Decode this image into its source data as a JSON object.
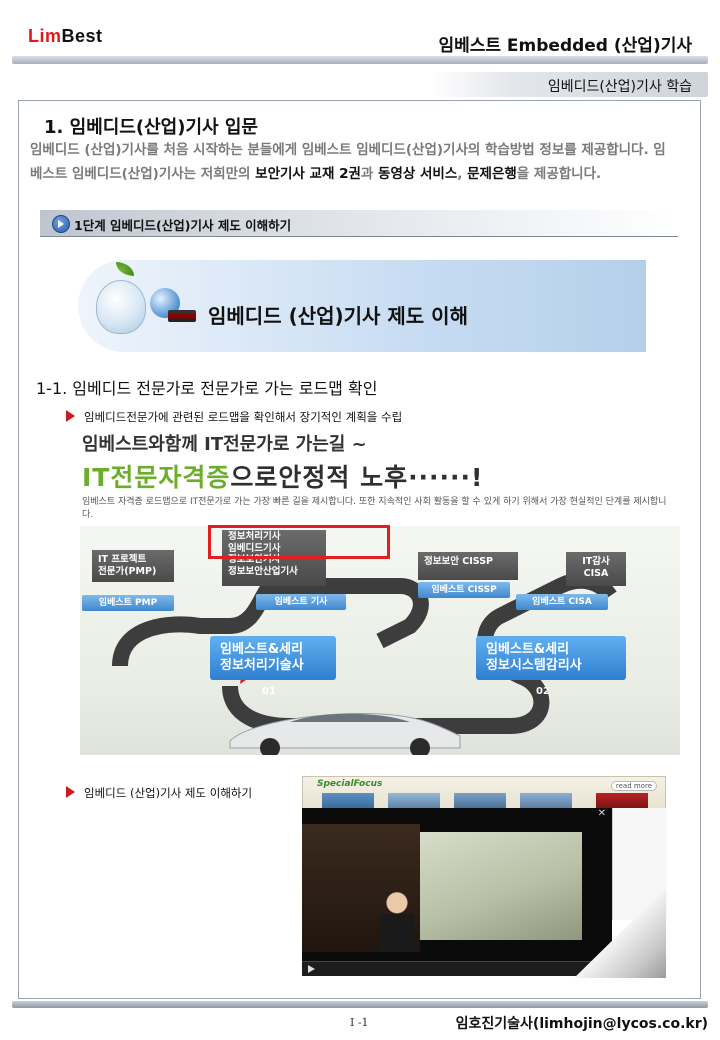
{
  "header": {
    "logo_lim": "Lim",
    "logo_best": "Best",
    "doc_title": "임베스트 Embedded (산업)기사",
    "sub_title": "임베디드(산업)기사 학습"
  },
  "section1": {
    "title": "1. 임베디드(산업)기사 입문",
    "desc_part1": "임베디드 (산업)기사를 처음 시작하는 분들에게 임베스트 임베디드(산업)기사의  학습방법 정보를 제공합니다. 임베스트 임베디드(산업)기사는  저희만의 ",
    "desc_bold1": "보안기사 교재 2권",
    "desc_part2": "과 ",
    "desc_bold2": "동영상 서비스",
    "desc_part3": ", ",
    "desc_bold3": "문제은행",
    "desc_part4": "을  제공합니다.",
    "step_label": "1단계 임베디드(산업)기사 제도 이해하기"
  },
  "banner": {
    "title": "임베디드 (산업)기사 제도 이해"
  },
  "subsection": {
    "title": "1-1. 임베디드 전문가로 전문가로 가는 로드맵 확인",
    "bullet1": "임베디드전문가에 관련된 로드맵을 확인해서 장기적인 계획을 수립",
    "bullet2": "임베디드 (산업)기사 제도 이해하기"
  },
  "roadmap": {
    "heading1": "임베스트와함께 IT전문가로 가는길 ~",
    "heading2_green": "IT전문자격증",
    "heading2_rest": "으로안정적 노후······!",
    "desc": "임베스트 자격증 로드맵으로 IT전문가로 가는 가장 빠른 길을 제시합니다. 또한 지속적인 사회 활동을 할 수 있게 하기 위해서 가장 현실적인 단계를 제시합니다.",
    "box_pmp": "IT 프로젝트\n전문가(PMP)",
    "box_hl": "정보처리기사\n임베디드기사",
    "box_security": "정보보안기사\n정보보안산업기사",
    "box_cissp": "정보보안 CISSP",
    "box_cisa": "IT감사\nCISA",
    "tag_pmp": "임베스트 PMP",
    "tag_security": "임베스트 기사",
    "tag_cissp": "임베스트 CISSP",
    "tag_cisa": "임베스트 CISA",
    "big_left": "임베스트&세리\n정보처리기술사",
    "big_right": "임베스트&세리\n정보시스템감리사",
    "num1": "01",
    "num2": "02"
  },
  "video": {
    "special_focus": "SpecialFocus",
    "read_more": "read more",
    "close": "✕"
  },
  "footer": {
    "page_no": "I -1",
    "author": "임호진기술사(limhojin@lycos.co.kr)"
  },
  "colors": {
    "accent_red": "#e01818",
    "brand_green": "#6cae2a",
    "blue": "#2f7fd0"
  }
}
